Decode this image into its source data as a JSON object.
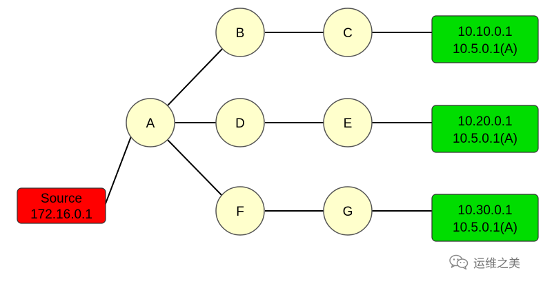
{
  "diagram": {
    "colors": {
      "node_fill": "#ffffcc",
      "node_stroke": "#555555",
      "source_fill": "#ff0000",
      "destination_fill": "#00dd00",
      "edge": "#000000"
    },
    "nodes": {
      "a": "A",
      "b": "B",
      "c": "C",
      "d": "D",
      "e": "E",
      "f": "F",
      "g": "G"
    },
    "source": {
      "line1": "Source",
      "line2": "172.16.0.1"
    },
    "destinations": [
      {
        "line1": "10.10.0.1",
        "line2": "10.5.0.1(A)"
      },
      {
        "line1": "10.20.0.1",
        "line2": "10.5.0.1(A)"
      },
      {
        "line1": "10.30.0.1",
        "line2": "10.5.0.1(A)"
      }
    ]
  },
  "watermark": {
    "icon": "wechat-icon",
    "text": "运维之美"
  }
}
